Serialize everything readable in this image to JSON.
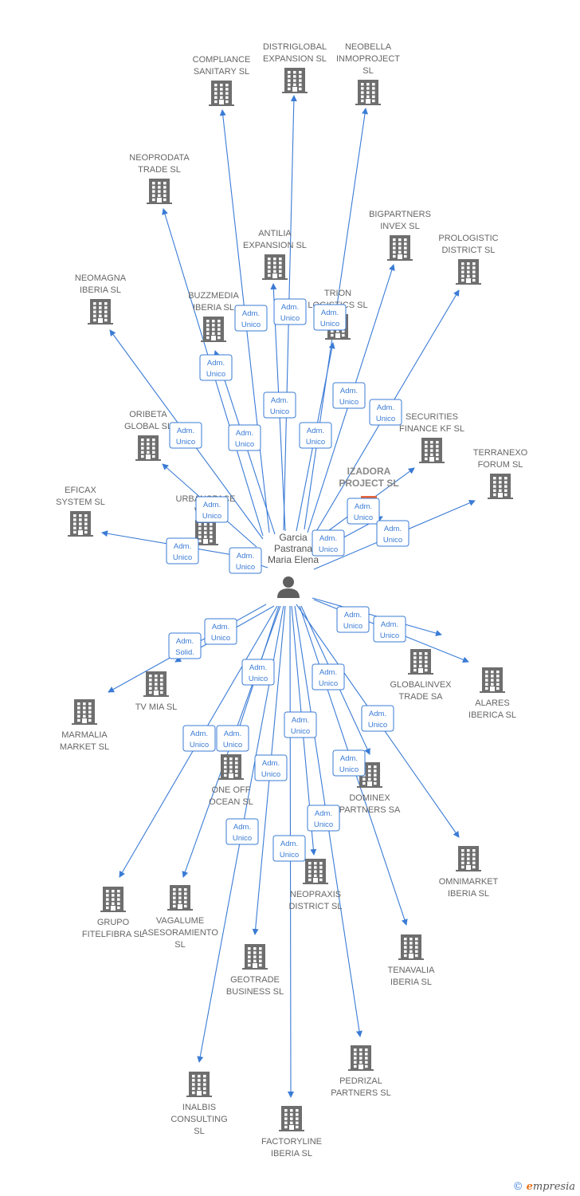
{
  "center": {
    "name": [
      "Garcia",
      "Pastrana",
      "Maria Elena"
    ]
  },
  "nodes": [
    {
      "id": "compliance",
      "lines": [
        "COMPLIANCE",
        "SANITARY  SL"
      ]
    },
    {
      "id": "distriglobal",
      "lines": [
        "DISTRIGLOBAL",
        "EXPANSION  SL"
      ]
    },
    {
      "id": "neobella",
      "lines": [
        "NEOBELLA",
        "INMOPROJECT",
        "SL"
      ]
    },
    {
      "id": "neoprodata",
      "lines": [
        "NEOPRODATA",
        "TRADE  SL"
      ]
    },
    {
      "id": "bigpartners",
      "lines": [
        "BIGPARTNERS",
        "INVEX  SL"
      ]
    },
    {
      "id": "prologistic",
      "lines": [
        "PROLOGISTIC",
        "DISTRICT  SL"
      ]
    },
    {
      "id": "antilia",
      "lines": [
        "ANTILIA",
        "EXPANSION  SL"
      ]
    },
    {
      "id": "neomagna",
      "lines": [
        "NEOMAGNA",
        "IBERIA  SL"
      ]
    },
    {
      "id": "buzzmedia",
      "lines": [
        "BUZZMEDIA",
        "IBERIA  SL"
      ]
    },
    {
      "id": "trion",
      "lines": [
        "TRION",
        "LOGISTICS  SL"
      ]
    },
    {
      "id": "oribeta",
      "lines": [
        "ORIBETA",
        "GLOBAL  SL"
      ]
    },
    {
      "id": "securities",
      "lines": [
        "SECURITIES",
        "FINANCE KF  SL"
      ]
    },
    {
      "id": "terranexo",
      "lines": [
        "TERRANEXO",
        "FORUM  SL"
      ]
    },
    {
      "id": "izadora",
      "lines": [
        "IZADORA",
        "PROJECT  SL"
      ],
      "highlight": true
    },
    {
      "id": "eficax",
      "lines": [
        "EFICAX",
        "SYSTEM SL"
      ]
    },
    {
      "id": "urbanspace",
      "lines": [
        "URBANSPACE",
        "WO..."
      ]
    },
    {
      "id": "globalinvex",
      "lines": [
        "GLOBALINVEX",
        "TRADE SA"
      ]
    },
    {
      "id": "alares",
      "lines": [
        "ALARES",
        "IBERICA  SL"
      ]
    },
    {
      "id": "tvmia",
      "lines": [
        "TV MIA  SL"
      ]
    },
    {
      "id": "marmalia",
      "lines": [
        "MARMALIA",
        "MARKET  SL"
      ]
    },
    {
      "id": "oneoff",
      "lines": [
        "ONE OFF",
        "OCEAN  SL"
      ]
    },
    {
      "id": "dominex",
      "lines": [
        "DOMINEX",
        "PARTNERS SA"
      ]
    },
    {
      "id": "omnimarket",
      "lines": [
        "OMNIMARKET",
        "IBERIA  SL"
      ]
    },
    {
      "id": "neopraxis",
      "lines": [
        "NEOPRAXIS",
        "DISTRICT  SL"
      ]
    },
    {
      "id": "grupo",
      "lines": [
        "GRUPO",
        "FITELFIBRA  SL"
      ]
    },
    {
      "id": "vagalume",
      "lines": [
        "VAGALUME",
        "ASESORAMIENTO",
        "SL"
      ]
    },
    {
      "id": "tenavalia",
      "lines": [
        "TENAVALIA",
        "IBERIA  SL"
      ]
    },
    {
      "id": "geotrade",
      "lines": [
        "GEOTRADE",
        "BUSINESS  SL"
      ]
    },
    {
      "id": "pedrizal",
      "lines": [
        "PEDRIZAL",
        "PARTNERS  SL"
      ]
    },
    {
      "id": "inalbis",
      "lines": [
        "INALBIS",
        "CONSULTING",
        "SL"
      ]
    },
    {
      "id": "factoryline",
      "lines": [
        "FACTORYLINE",
        "IBERIA  SL"
      ]
    }
  ],
  "edges": [
    {
      "to": "compliance",
      "role": [
        "Adm.",
        "Unico"
      ]
    },
    {
      "to": "distriglobal",
      "role": [
        "Adm.",
        "Unico"
      ]
    },
    {
      "to": "neobella",
      "role": [
        "Adm.",
        "Unico"
      ]
    },
    {
      "to": "neoprodata",
      "role": [
        "Adm.",
        "Unico"
      ]
    },
    {
      "to": "antilia",
      "role": [
        "Adm.",
        "Unico"
      ]
    },
    {
      "to": "trion",
      "role": [
        "Adm.",
        "Unico"
      ]
    },
    {
      "to": "bigpartners",
      "role": [
        "Adm.",
        "Unico"
      ]
    },
    {
      "to": "prologistic",
      "role": [
        "Adm.",
        "Unico"
      ]
    },
    {
      "to": "neomagna",
      "role": [
        "Adm.",
        "Unico"
      ]
    },
    {
      "to": "buzzmedia",
      "role": [
        "Adm.",
        "Unico"
      ]
    },
    {
      "to": "oribeta",
      "role": [
        "Adm.",
        "Unico"
      ]
    },
    {
      "to": "securities",
      "role": [
        "Adm.",
        "Unico"
      ]
    },
    {
      "to": "terranexo",
      "role": [
        "Adm.",
        "Unico"
      ]
    },
    {
      "to": "izadora",
      "role": [
        "Adm.",
        "Unico"
      ]
    },
    {
      "to": "eficax",
      "role": [
        "Adm.",
        "Unico"
      ]
    },
    {
      "to": "urbanspace",
      "role": [
        "Adm.",
        "Unico"
      ]
    },
    {
      "to": "globalinvex",
      "role": [
        "Adm.",
        "Unico"
      ]
    },
    {
      "to": "alares",
      "role": [
        "Adm.",
        "Unico"
      ]
    },
    {
      "to": "tvmia",
      "role": [
        "Adm.",
        "Unico"
      ]
    },
    {
      "to": "marmalia",
      "role": [
        "Adm.",
        "Solid."
      ]
    },
    {
      "to": "oneoff",
      "role": [
        "Adm.",
        "Unico"
      ]
    },
    {
      "to": "dominex",
      "role": [
        "Adm.",
        "Unico"
      ]
    },
    {
      "to": "omnimarket",
      "role": [
        "Adm.",
        "Unico"
      ]
    },
    {
      "to": "neopraxis",
      "role": [
        "Adm.",
        "Unico"
      ]
    },
    {
      "to": "grupo",
      "role": [
        "Adm.",
        "Unico"
      ]
    },
    {
      "to": "vagalume",
      "role": [
        "Adm.",
        "Unico"
      ]
    },
    {
      "to": "tenavalia",
      "role": [
        "Adm.",
        "Unico"
      ]
    },
    {
      "to": "geotrade",
      "role": [
        "Adm.",
        "Unico"
      ]
    },
    {
      "to": "pedrizal",
      "role": [
        "Adm.",
        "Unico"
      ]
    },
    {
      "to": "inalbis",
      "role": [
        "Adm.",
        "Unico"
      ]
    },
    {
      "to": "factoryline",
      "role": [
        "Adm.",
        "Unico"
      ]
    }
  ],
  "footer": {
    "copyright": "©",
    "brand_first": "e",
    "brand_rest": "mpresia"
  }
}
